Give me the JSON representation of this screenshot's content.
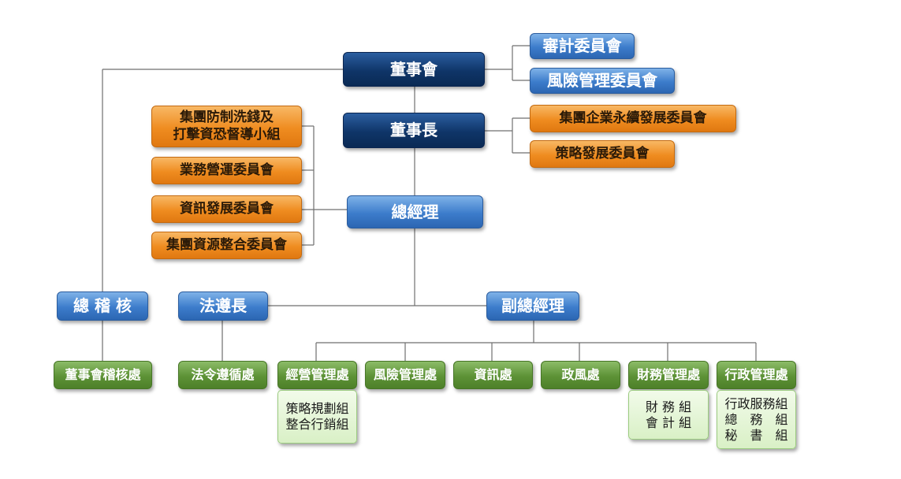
{
  "org": {
    "board": "董事會",
    "audit_committee": "審計委員會",
    "risk_committee": "風險管理委員會",
    "chairman": "董事長",
    "sustainability_committee": "集團企業永續發展委員會",
    "strategy_committee": "策略發展委員會",
    "aml_group_line1": "集團防制洗錢及",
    "aml_group_line2": "打擊資恐督導小組",
    "business_committee": "業務營運委員會",
    "it_committee": "資訊發展委員會",
    "resource_committee": "集團資源整合委員會",
    "president": "總經理",
    "chief_auditor": "總 稽 核",
    "chief_compliance": "法遵長",
    "vp": "副總經理",
    "board_audit_office": "董事會稽核處",
    "legal_compliance_office": "法令遵循處",
    "biz_mgmt": "經營管理處",
    "risk_mgmt": "風險管理處",
    "it_office": "資訊處",
    "ethics_office": "政風處",
    "finance_mgmt": "財務管理處",
    "admin_mgmt": "行政管理處",
    "biz_sub1": "策略規劃組",
    "biz_sub2": "整合行銷組",
    "fin_sub1": "財 務 組",
    "fin_sub2": "會 計 組",
    "admin_sub1": "行政服務組",
    "admin_sub2": "總　務　組",
    "admin_sub3": "秘　書　組"
  },
  "colors": {
    "navy": "#0f3568",
    "blue": "#3c7ccb",
    "orange": "#ef8c20",
    "green": "#5d9236",
    "sub_fill": "#d9f0c6",
    "connector": "#6f6f6f"
  }
}
